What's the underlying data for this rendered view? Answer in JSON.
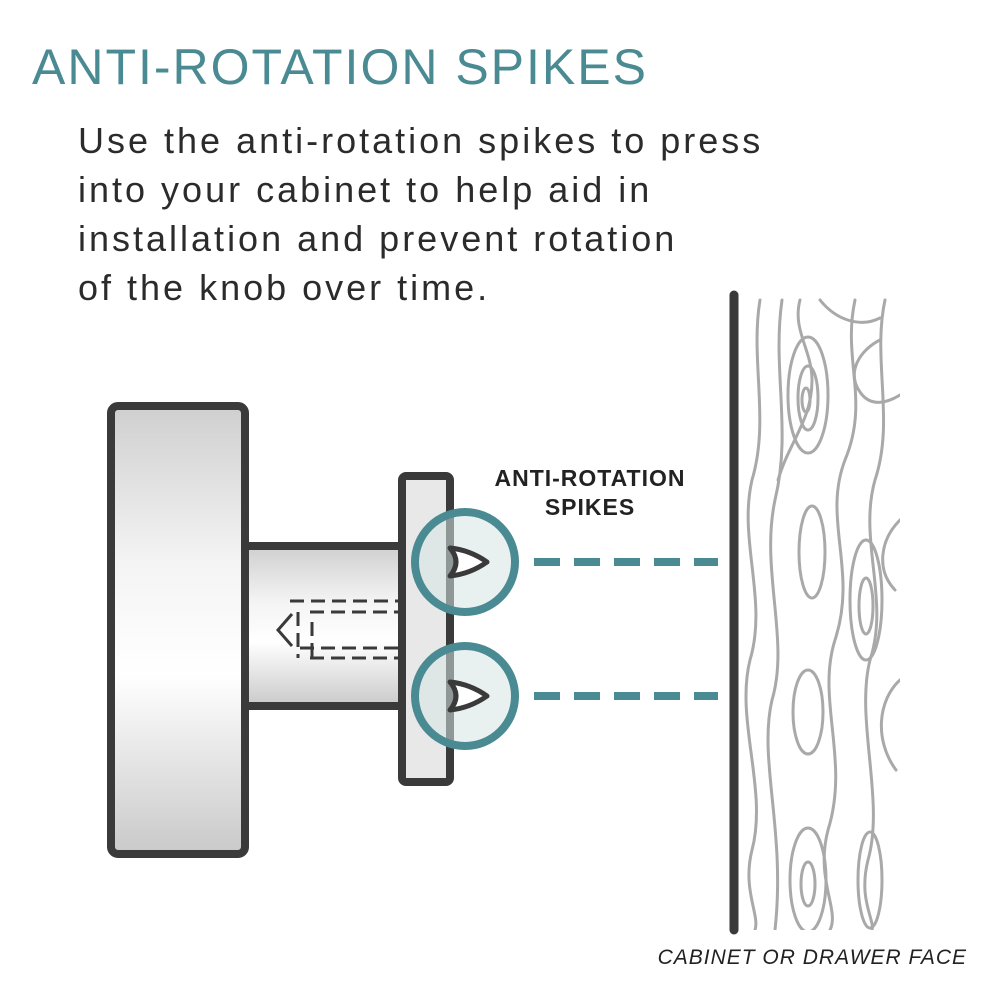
{
  "title": "ANTI-ROTATION SPIKES",
  "description_lines": [
    "Use the anti-rotation spikes to press",
    "into your cabinet to help aid in",
    "installation and prevent rotation",
    "of the knob over time."
  ],
  "callout": {
    "line1": "ANTI-ROTATION",
    "line2": "SPIKES"
  },
  "surface_label": "CABINET OR DRAWER FACE",
  "colors": {
    "accent": "#4a8a92",
    "outline": "#3a3a3a",
    "wood_grain": "#a9a9a9",
    "text": "#2b2b2b"
  }
}
